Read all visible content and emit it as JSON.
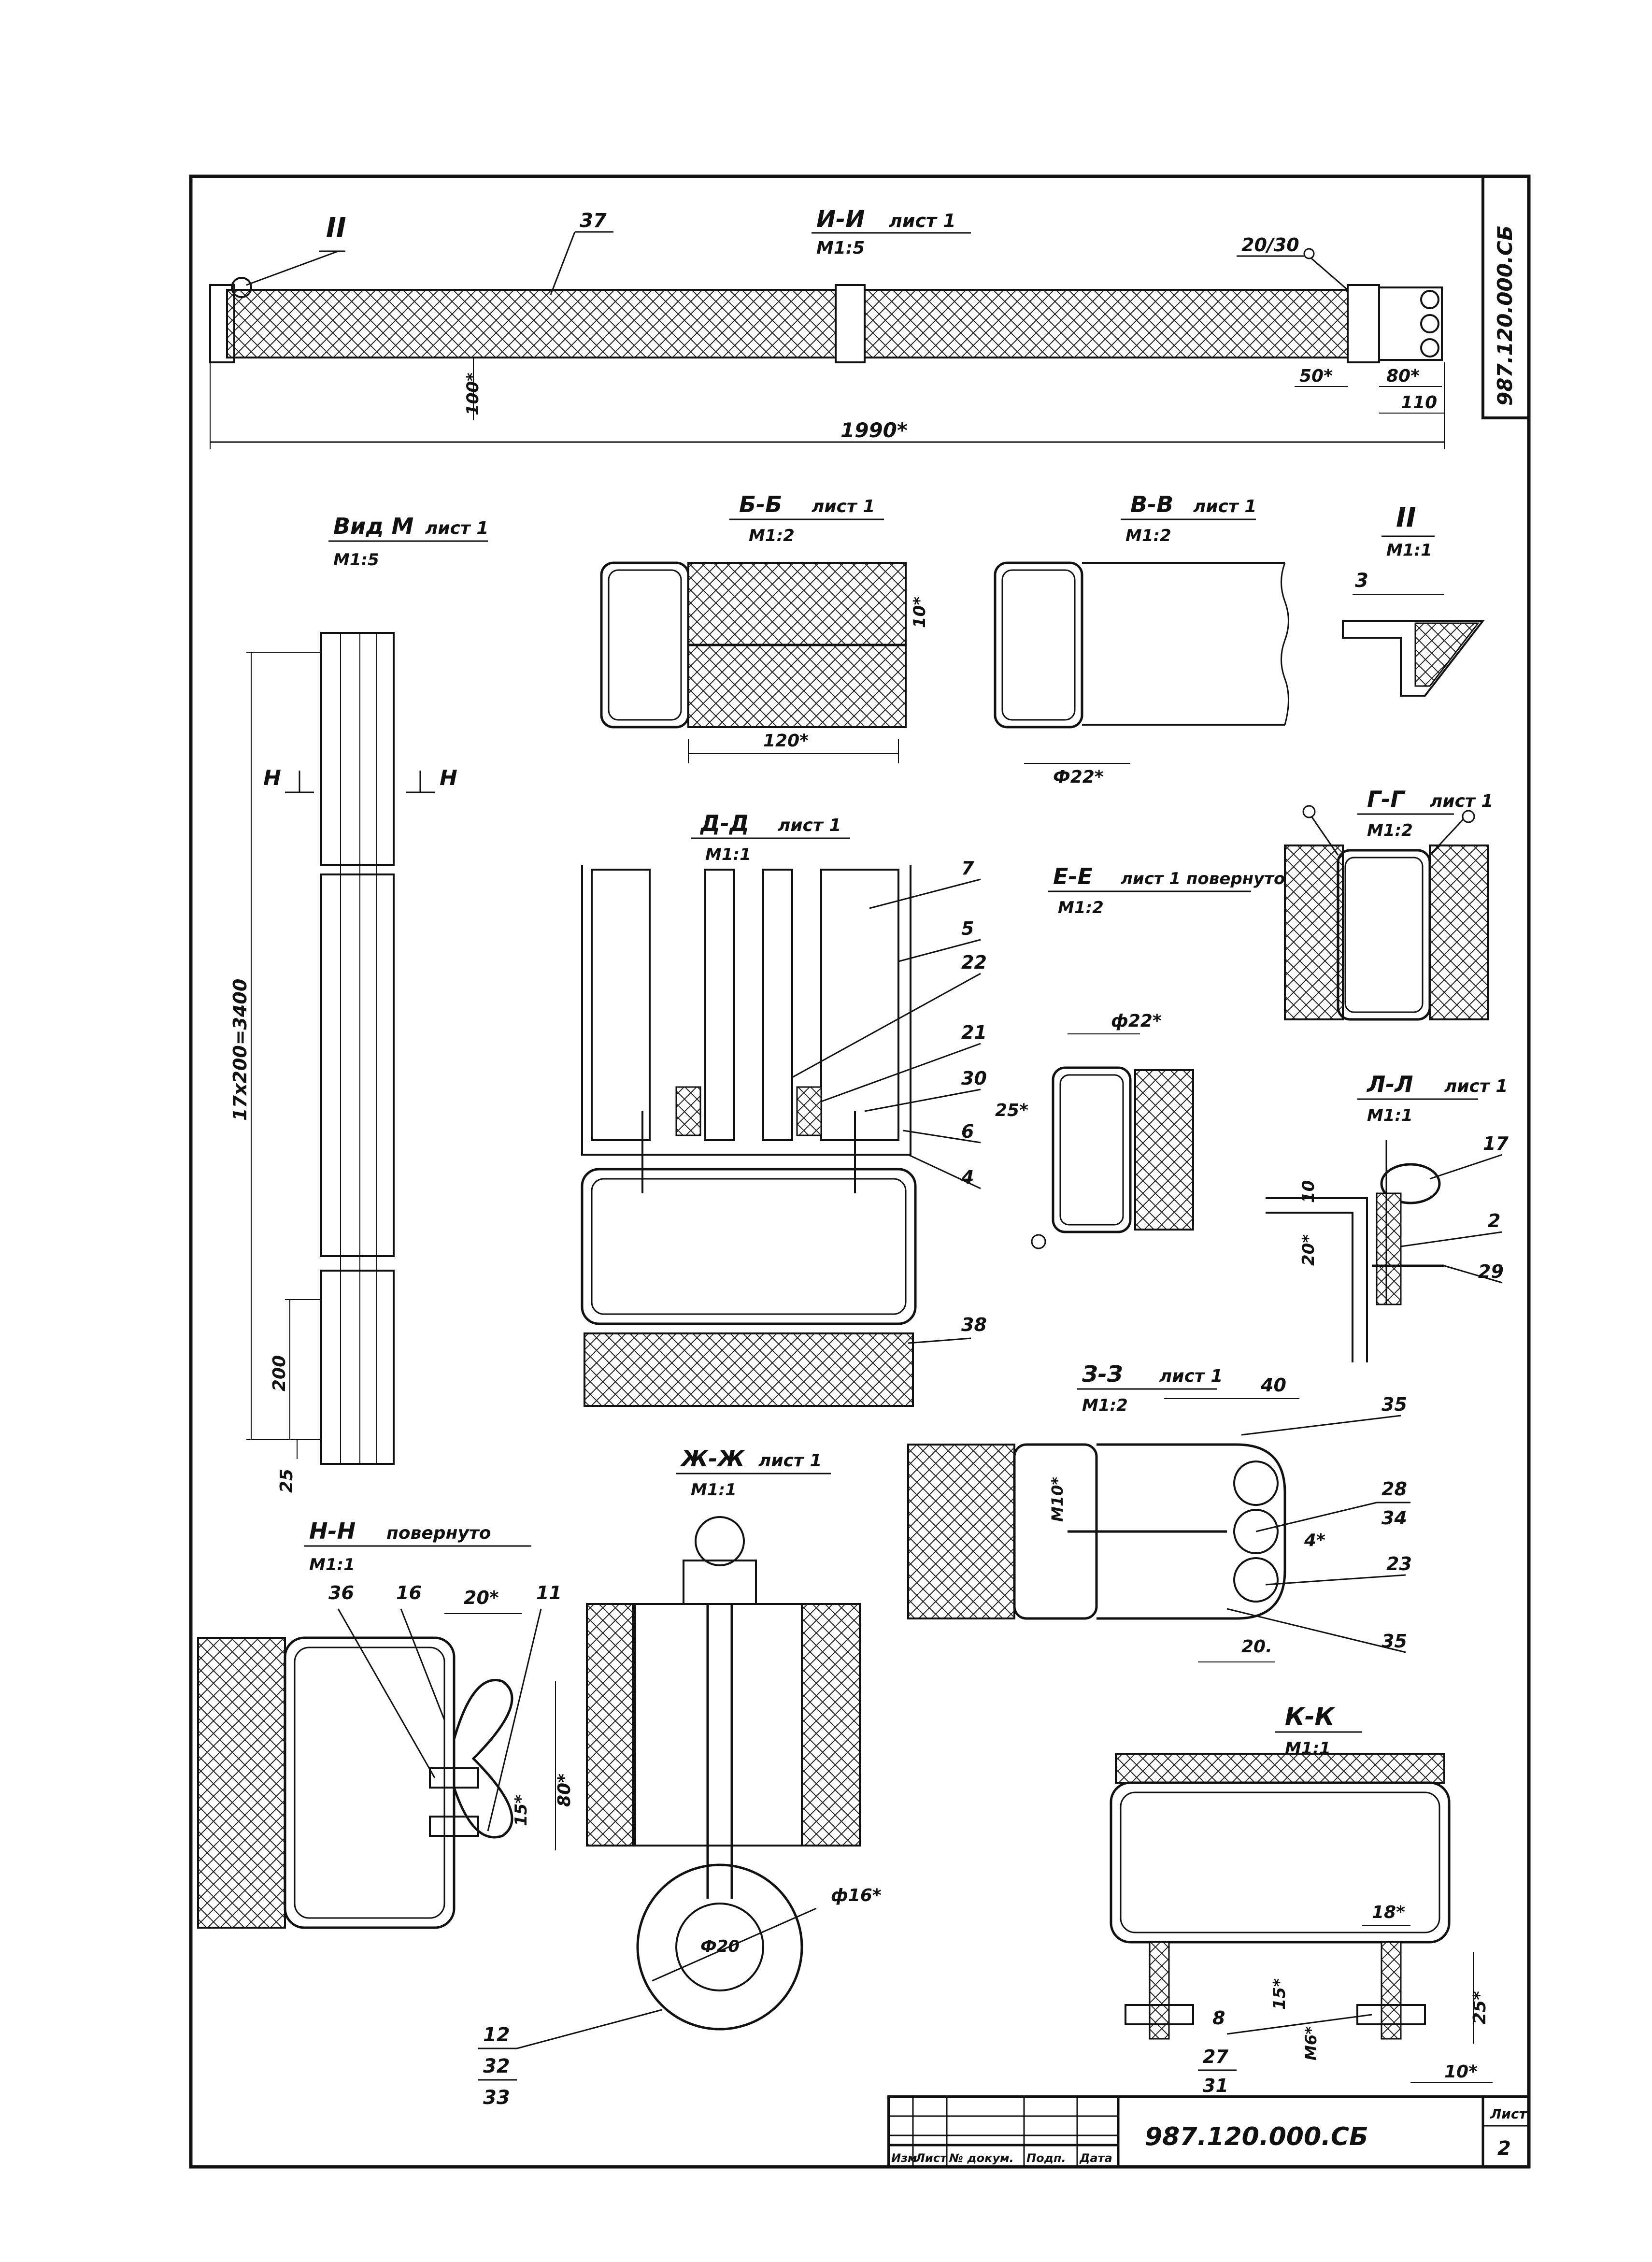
{
  "sheet": {
    "doc_number_side": "987.120.000.СБ",
    "doc_number": "987.120.000.СБ",
    "sheet_label": "Лист",
    "sheet_number": "2"
  },
  "title_block": {
    "headers": [
      "Изм",
      "Лист",
      "№ докум.",
      "Подп.",
      "Дата"
    ]
  },
  "sections": {
    "ii": {
      "title": "И-И",
      "ref": "лист 1",
      "scale": "М1:5"
    },
    "vid_m": {
      "title": "Вид М",
      "ref": "лист 1",
      "scale": "М1:5"
    },
    "bb": {
      "title": "Б-Б",
      "ref": "лист 1",
      "scale": "М1:2"
    },
    "vv": {
      "title": "В-В",
      "ref": "лист 1",
      "scale": "М1:2"
    },
    "ii_detail": {
      "title": "II",
      "scale": "М1:1"
    },
    "dd": {
      "title": "Д-Д",
      "ref": "лист 1",
      "scale": "М1:1"
    },
    "ee": {
      "title": "Е-Е",
      "ref": "лист 1 повернуто",
      "scale": "М1:2"
    },
    "gg": {
      "title": "Г-Г",
      "ref": "лист 1",
      "scale": "М1:2"
    },
    "ll": {
      "title": "Л-Л",
      "ref": "лист 1",
      "scale": "М1:1"
    },
    "zz": {
      "title": "З-З",
      "ref": "лист 1",
      "scale": "М1:2"
    },
    "hh": {
      "title": "Н-Н",
      "ref": "повернуто",
      "scale": "М1:1"
    },
    "zhzh": {
      "title": "Ж-Ж",
      "ref": "лист 1",
      "scale": "М1:1"
    },
    "kk": {
      "title": "К-К",
      "scale": "М1:1"
    }
  },
  "labels": {
    "ii_top": {
      "detail": "II",
      "pos37": "37",
      "pos2030": "20/30",
      "dim100": "100*",
      "dim50": "50*",
      "dim80": "80*",
      "dim110": "110",
      "dim1990": "1990*"
    },
    "vid_m": {
      "cut_h1": "Н",
      "cut_h2": "Н",
      "dim_pitch": "17х200=3400",
      "dim200": "200",
      "dim25": "25"
    },
    "bb": {
      "dim10": "10*",
      "dim120": "120*"
    },
    "vv": {
      "dim22": "Ф22*"
    },
    "ii_detail": {
      "dim3": "3"
    },
    "dd": {
      "p7": "7",
      "p5": "5",
      "p22": "22",
      "p21": "21",
      "p30": "30",
      "p6": "6",
      "p4": "4",
      "p38": "38"
    },
    "ee": {
      "dim22": "ф22*",
      "dim25": "25*"
    },
    "ll": {
      "p17": "17",
      "p2": "2",
      "p29": "29",
      "dim10": "10",
      "dim20": "20*"
    },
    "zz": {
      "p40": "40",
      "p35a": "35",
      "p28": "28",
      "p34": "34",
      "dim4": "4*",
      "p23": "23",
      "p35b": "35",
      "dim10": "М10*",
      "dim20": "20."
    },
    "hh": {
      "p36": "36",
      "p16": "16",
      "dim20": "20*",
      "p11": "11",
      "dim15": "15*",
      "dim80": "80*"
    },
    "zhzh": {
      "dim16": "ф16*",
      "dim20": "Ф20",
      "p12": "12",
      "p32": "32",
      "p33": "33"
    },
    "kk": {
      "dim18": "18*",
      "dim15": "15*",
      "dim25": "25*",
      "p8": "8",
      "dim16": "М6*",
      "p27": "27",
      "p31": "31",
      "dim10": "10*"
    }
  }
}
